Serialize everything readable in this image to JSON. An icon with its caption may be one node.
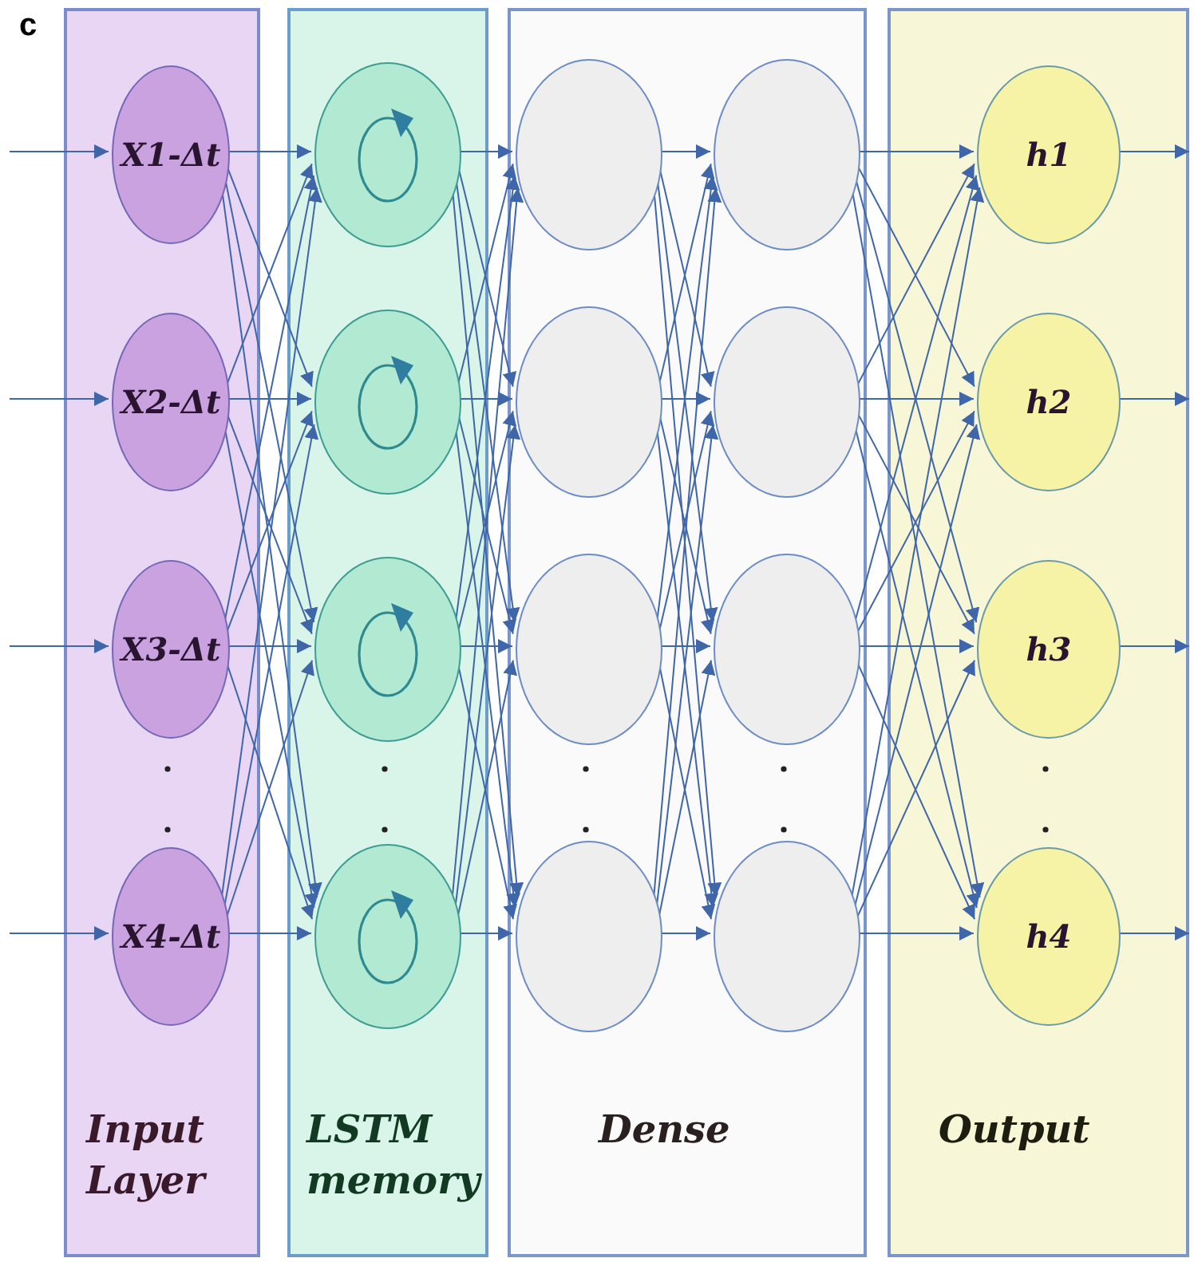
{
  "diagram": {
    "nodes": [
      {
        "text": [
          "Input Layer"
        ]
      },
      {
        "text": [
          "X1-Δt"
        ],
        "in": 0
      },
      {
        "text": [
          "X2-Δt"
        ],
        "in": 0
      },
      {
        "text": [
          "X3-Δt"
        ],
        "in": 0
      },
      {
        "text": [
          "X4-Δt"
        ],
        "in": 0
      },
      {
        "text": [
          "LSTM memory"
        ]
      },
      {
        "text": [],
        "shape": "circle",
        "in": 5
      },
      {
        "text": [],
        "shape": "circle",
        "in": 5
      },
      {
        "text": [],
        "shape": "circle",
        "in": 5
      },
      {
        "text": [],
        "shape": "circle",
        "in": 5
      },
      {
        "text": [
          "Dense"
        ]
      },
      {
        "text": [],
        "shape": "circle",
        "in": 10
      },
      {
        "text": [],
        "shape": "circle",
        "in": 10
      },
      {
        "text": [],
        "shape": "circle",
        "in": 10
      },
      {
        "text": [],
        "shape": "circle",
        "in": 10
      },
      {
        "text": [],
        "shape": "circle",
        "in": 10
      },
      {
        "text": [],
        "shape": "circle",
        "in": 10
      },
      {
        "text": [],
        "shape": "circle",
        "in": 10
      },
      {
        "text": [],
        "shape": "circle",
        "in": 10
      },
      {
        "text": [
          "Output"
        ]
      },
      {
        "text": [
          "h1"
        ],
        "in": 19
      },
      {
        "text": [
          "h2"
        ],
        "in": 19
      },
      {
        "text": [
          "h3"
        ],
        "in": 19
      },
      {
        "text": [
          "h4"
        ],
        "in": 19
      }
    ],
    "edges": [
      {
        "from": null,
        "to": 1,
        "arrow": "to"
      },
      {
        "from": null,
        "to": 2,
        "arrow": "to"
      },
      {
        "from": null,
        "to": 3,
        "arrow": "to"
      },
      {
        "from": null,
        "to": 4,
        "arrow": "to"
      },
      {
        "from": 1,
        "to": 6,
        "arrow": "to"
      },
      {
        "from": 1,
        "to": 7,
        "arrow": "to"
      },
      {
        "from": 1,
        "to": 8,
        "arrow": "to"
      },
      {
        "from": 1,
        "to": 9,
        "arrow": "to"
      },
      {
        "from": 2,
        "to": 6,
        "arrow": "to"
      },
      {
        "from": 2,
        "to": 7,
        "arrow": "to"
      },
      {
        "from": 2,
        "to": 8,
        "arrow": "to"
      },
      {
        "from": 2,
        "to": 9,
        "arrow": "to"
      },
      {
        "from": 3,
        "to": 6,
        "arrow": "to"
      },
      {
        "from": 3,
        "to": 7,
        "arrow": "to"
      },
      {
        "from": 3,
        "to": 8,
        "arrow": "to"
      },
      {
        "from": 3,
        "to": 9,
        "arrow": "to"
      },
      {
        "from": 4,
        "to": 6,
        "arrow": "to"
      },
      {
        "from": 4,
        "to": 7,
        "arrow": "to"
      },
      {
        "from": 4,
        "to": 8,
        "arrow": "to"
      },
      {
        "from": 4,
        "to": 9,
        "arrow": "to"
      },
      {
        "from": 6,
        "to": 11,
        "arrow": "to"
      },
      {
        "from": 6,
        "to": 12,
        "arrow": "to"
      },
      {
        "from": 6,
        "to": 13,
        "arrow": "to"
      },
      {
        "from": 6,
        "to": 14,
        "arrow": "to"
      },
      {
        "from": 7,
        "to": 11,
        "arrow": "to"
      },
      {
        "from": 7,
        "to": 12,
        "arrow": "to"
      },
      {
        "from": 7,
        "to": 13,
        "arrow": "to"
      },
      {
        "from": 7,
        "to": 14,
        "arrow": "to"
      },
      {
        "from": 8,
        "to": 11,
        "arrow": "to"
      },
      {
        "from": 8,
        "to": 12,
        "arrow": "to"
      },
      {
        "from": 8,
        "to": 13,
        "arrow": "to"
      },
      {
        "from": 8,
        "to": 14,
        "arrow": "to"
      },
      {
        "from": 9,
        "to": 11,
        "arrow": "to"
      },
      {
        "from": 9,
        "to": 12,
        "arrow": "to"
      },
      {
        "from": 9,
        "to": 13,
        "arrow": "to"
      },
      {
        "from": 9,
        "to": 14,
        "arrow": "to"
      },
      {
        "from": 11,
        "to": 15,
        "arrow": "to"
      },
      {
        "from": 11,
        "to": 16,
        "arrow": "to"
      },
      {
        "from": 11,
        "to": 17,
        "arrow": "to"
      },
      {
        "from": 11,
        "to": 18,
        "arrow": "to"
      },
      {
        "from": 12,
        "to": 15,
        "arrow": "to"
      },
      {
        "from": 12,
        "to": 16,
        "arrow": "to"
      },
      {
        "from": 12,
        "to": 17,
        "arrow": "to"
      },
      {
        "from": 12,
        "to": 18,
        "arrow": "to"
      },
      {
        "from": 13,
        "to": 15,
        "arrow": "to"
      },
      {
        "from": 13,
        "to": 16,
        "arrow": "to"
      },
      {
        "from": 13,
        "to": 17,
        "arrow": "to"
      },
      {
        "from": 13,
        "to": 18,
        "arrow": "to"
      },
      {
        "from": 14,
        "to": 15,
        "arrow": "to"
      },
      {
        "from": 14,
        "to": 16,
        "arrow": "to"
      },
      {
        "from": 14,
        "to": 17,
        "arrow": "to"
      },
      {
        "from": 14,
        "to": 18,
        "arrow": "to"
      },
      {
        "from": 15,
        "to": 20,
        "arrow": "to"
      },
      {
        "from": 15,
        "to": 21,
        "arrow": "to"
      },
      {
        "from": 15,
        "to": 22,
        "arrow": "to"
      },
      {
        "from": 15,
        "to": 23,
        "arrow": "to"
      },
      {
        "from": 16,
        "to": 20,
        "arrow": "to"
      },
      {
        "from": 16,
        "to": 21,
        "arrow": "to"
      },
      {
        "from": 16,
        "to": 22,
        "arrow": "to"
      },
      {
        "from": 16,
        "to": 23,
        "arrow": "to"
      },
      {
        "from": 17,
        "to": 20,
        "arrow": "to"
      },
      {
        "from": 17,
        "to": 21,
        "arrow": "to"
      },
      {
        "from": 17,
        "to": 22,
        "arrow": "to"
      },
      {
        "from": 17,
        "to": 23,
        "arrow": "to"
      },
      {
        "from": 18,
        "to": 20,
        "arrow": "to"
      },
      {
        "from": 18,
        "to": 21,
        "arrow": "to"
      },
      {
        "from": 18,
        "to": 22,
        "arrow": "to"
      },
      {
        "from": 18,
        "to": 23,
        "arrow": "to"
      },
      {
        "from": 20,
        "to": null,
        "arrow": "to"
      },
      {
        "from": 21,
        "to": null,
        "arrow": "to"
      },
      {
        "from": 22,
        "to": null,
        "arrow": "to"
      },
      {
        "from": 23,
        "to": null,
        "arrow": "to"
      }
    ],
    "labels": [
      "c"
    ]
  }
}
